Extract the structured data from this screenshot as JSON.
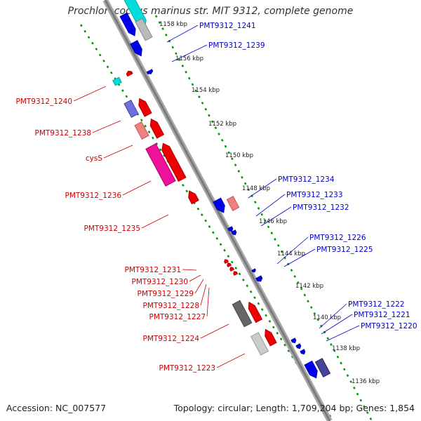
{
  "title": "Prochlorococcus marinus str. MIT 9312, complete genome",
  "footer": {
    "accession": "Accession: NC_007577",
    "summary": "Topology: circular; Length: 1,709,204 bp; Genes: 1,854"
  },
  "colors": {
    "forward": "#ff0000",
    "reverse": "#0000ff",
    "scale_dots": "#009900",
    "backbone": "#888888"
  },
  "ticks": [
    "1158 kbp",
    "1156 kbp",
    "1154 kbp",
    "1152 kbp",
    "1150 kbp",
    "1148 kbp",
    "1146 kbp",
    "1144 kbp",
    "1142 kbp",
    "1140 kbp",
    "1138 kbp",
    "1136 kbp"
  ],
  "labels_right": [
    "PMT9312_1241",
    "PMT9312_1239",
    "PMT9312_1234",
    "PMT9312_1233",
    "PMT9312_1232",
    "PMT9312_1226",
    "PMT9312_1225",
    "PMT9312_1222",
    "PMT9312_1221",
    "PMT9312_1220"
  ],
  "labels_left": [
    "PMT9312_1240",
    "PMT9312_1238",
    "cysS",
    "PMT9312_1236",
    "PMT9312_1235",
    "PMT9312_1231",
    "PMT9312_1230",
    "PMT9312_1229",
    "PMT9312_1228",
    "PMT9312_1227",
    "PMT9312_1224",
    "PMT9312_1223"
  ]
}
